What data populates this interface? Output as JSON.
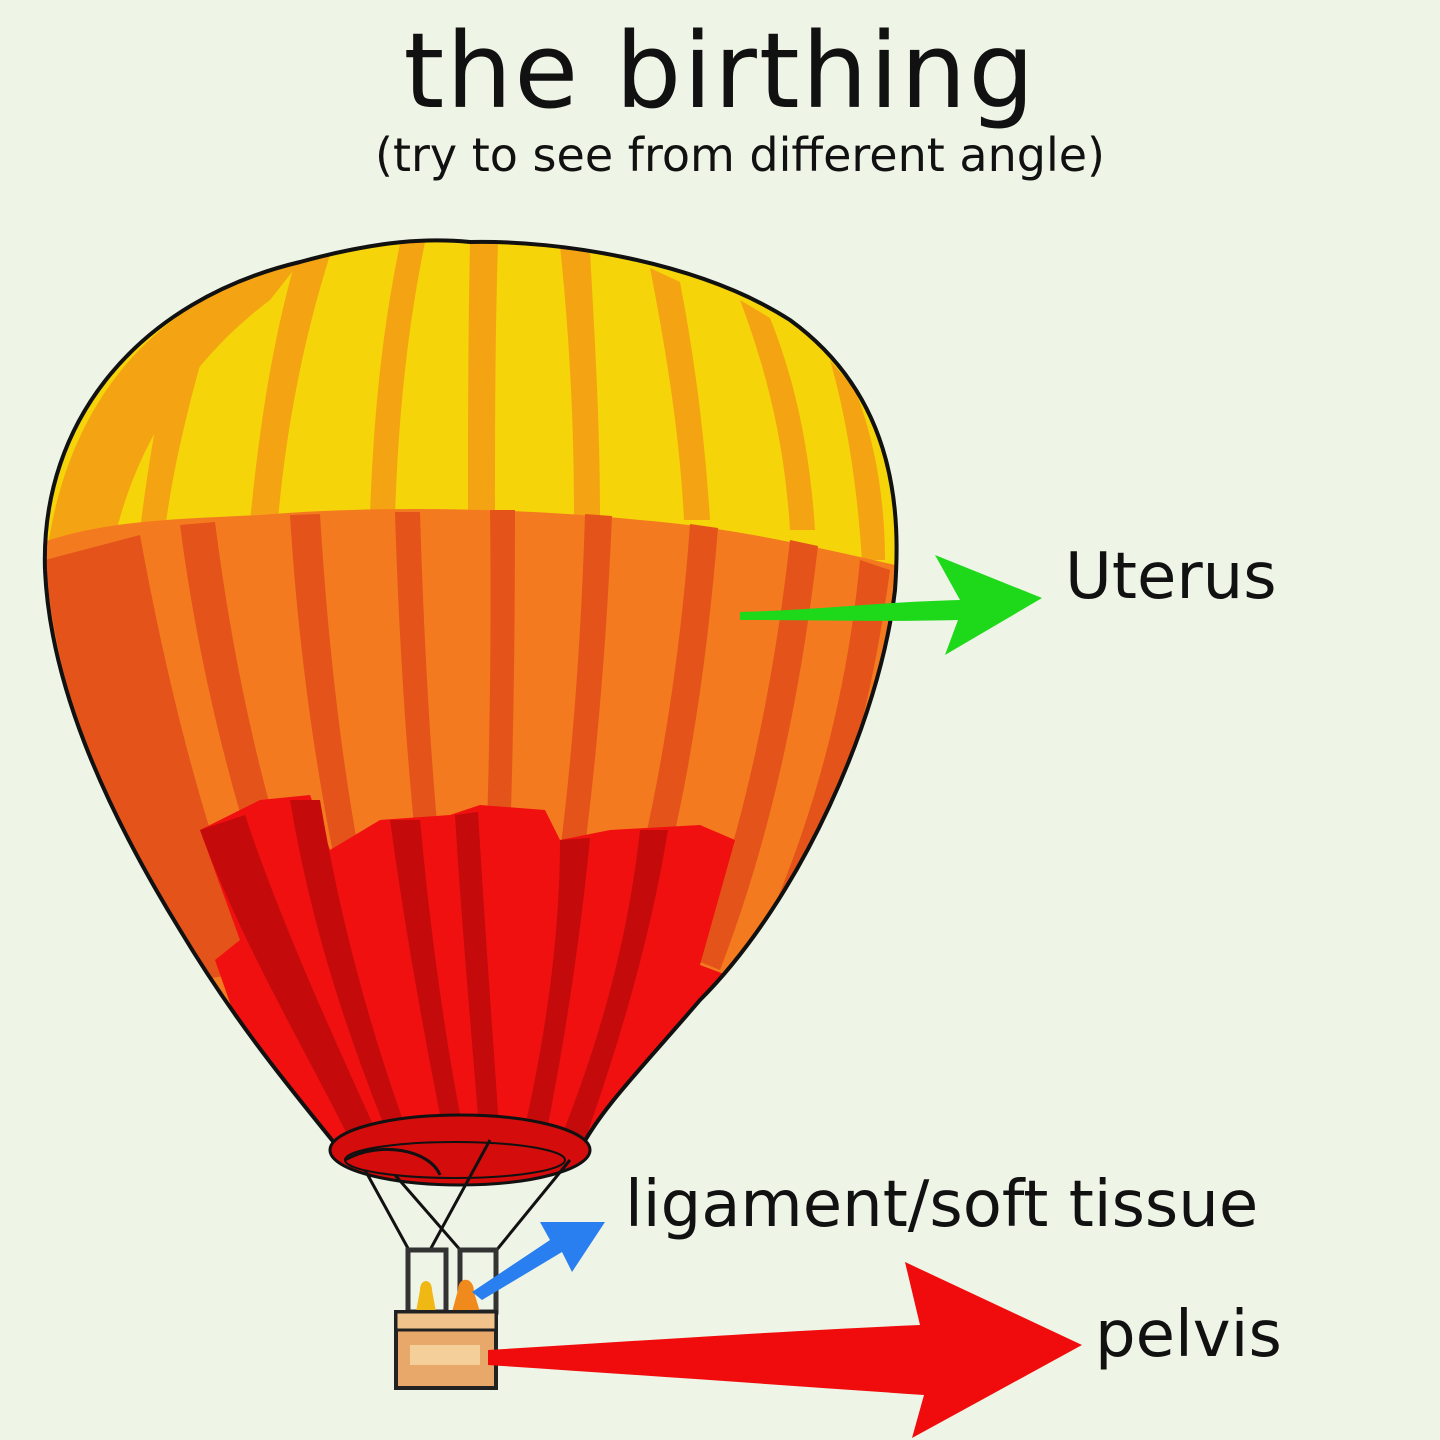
{
  "title": "the birthing",
  "subtitle": "(try to see from different angle)",
  "labels": {
    "uterus": "Uterus",
    "ligament": "ligament/soft tissue",
    "pelvis": "pelvis"
  },
  "colors": {
    "background": "#eef4e6",
    "balloon_yellow": "#f5d40a",
    "balloon_orange": "#f47a20",
    "balloon_red": "#f01010",
    "uterus_arrow": "#1ed81a",
    "ligament_arrow": "#2a7ff0",
    "pelvis_arrow": "#f00c0c"
  },
  "icons": {
    "balloon": "hot-air-balloon-illustration",
    "basket": "balloon-basket"
  }
}
